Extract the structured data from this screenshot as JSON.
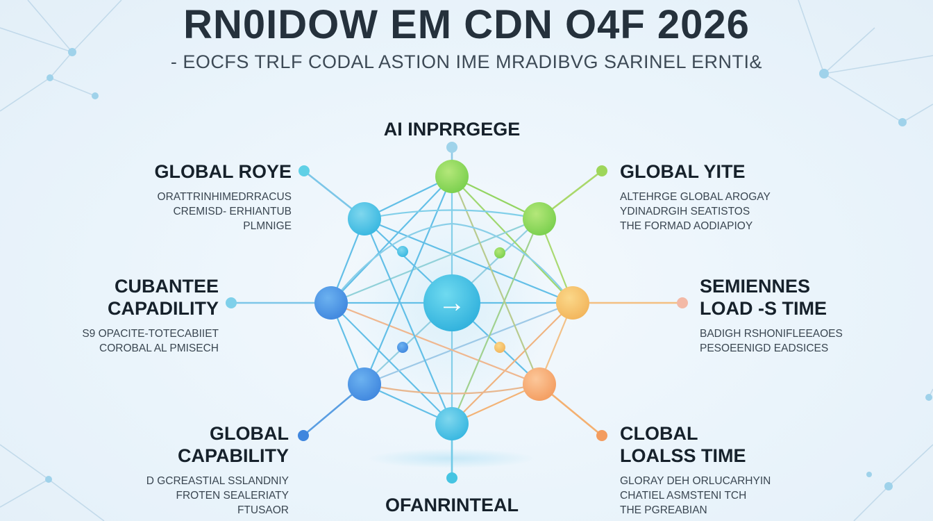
{
  "header": {
    "title": "RN0IDOW EM CDN O4F 2026",
    "subtitle": "- EOCFS TRLF CODAL ASTION IME MRADIBVG SARINEL ERNTI&"
  },
  "hub": {
    "top_label": "AI INPRRGEGE",
    "bottom_label": "OFANRINTEAL",
    "center_icon": "arrow-right-icon",
    "colors": {
      "blue": "#4a90e2",
      "cyan": "#3cc0dc",
      "green": "#8fd45a",
      "orange": "#f6b45a",
      "peach": "#f4a875"
    }
  },
  "nodes": {
    "top_left": {
      "heading": [
        "GLOBAL ROYE"
      ],
      "desc": [
        "ORATTRINHIMEDRRACUS",
        "CREMISD- ERHIANTUB",
        "PLMNIGE"
      ]
    },
    "top_right": {
      "heading": [
        "GLOBAL YITE"
      ],
      "desc": [
        "ALTEHRGE GLOBAL AROGAY",
        "YDINADRGIH SEATISTOS",
        "THE FORMAD AODIAPIOY"
      ]
    },
    "mid_left": {
      "heading": [
        "CUBANTEE",
        "CAPADILITY"
      ],
      "desc": [
        "S9 OPACITE-TOTECABIIET",
        "COROBAL AL PMISECH"
      ]
    },
    "mid_right": {
      "heading": [
        "SEMIENNES",
        "LOAD -S TIME"
      ],
      "desc": [
        "BADIGH RSHONIFLEEAOES",
        "PESOEENIGD EADSICES"
      ]
    },
    "bottom_left": {
      "heading": [
        "GLOBAL",
        "CAPABILITY"
      ],
      "desc": [
        "D GCREASTIAL SSLANDNIY",
        "FROTEN SEALERIATY",
        "FTUSAOR"
      ]
    },
    "bottom_right": {
      "heading": [
        "CLOBAL",
        "LOALSS TIME"
      ],
      "desc": [
        "GLORAY DEH ORLUCARHYIN",
        "CHATIEL ASMSTENI TCH",
        "THE PGREABIAN"
      ]
    }
  }
}
